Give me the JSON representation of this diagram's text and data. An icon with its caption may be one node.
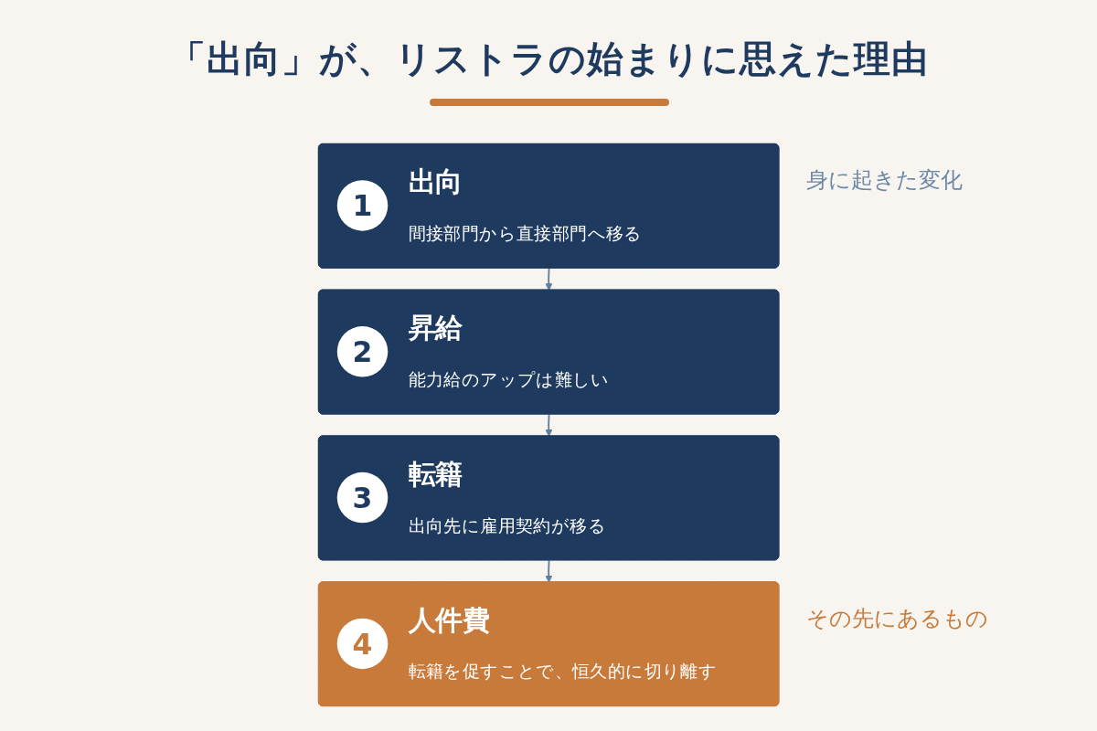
{
  "diagram": {
    "title": "「出向」が、リストラの始まりに思えた理由",
    "nodes": [
      {
        "text": [
          "1",
          "出向",
          "間接部門から直接部門へ移る"
        ],
        "beside": [
          "身に起きた変化"
        ]
      },
      {
        "text": [
          "2",
          "昇給",
          "能力給のアップは難しい"
        ]
      },
      {
        "text": [
          "3",
          "転籍",
          "出向先に雇用契約が移る"
        ]
      },
      {
        "text": [
          "4",
          "人件費",
          "転籍を促すことで、恒久的に切り離す"
        ],
        "beside": [
          "その先にあるもの"
        ]
      }
    ],
    "edges": [
      {
        "from": 0,
        "to": 1,
        "arrow": "to"
      },
      {
        "from": 1,
        "to": 2,
        "arrow": "to"
      },
      {
        "from": 2,
        "to": 3,
        "arrow": "to"
      }
    ]
  }
}
